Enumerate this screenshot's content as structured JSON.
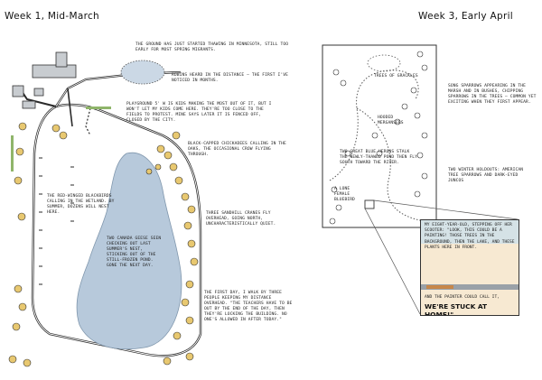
{
  "left_page": {
    "title": "Week 1, Mid-March",
    "notes": {
      "ground": "The ground has just started thawing in Minnesota, still too early for most spring migrants.",
      "robins": "Robins heard in the distance — the first I've noticed in months.",
      "playground": "Playground 5' W is kids making the most out of it, but I won't let my kids come here. They're too close to the fields to protest. Mine says later it is fenced off, closed by the city.",
      "chickadees": "Black-capped chickadees calling in the oaks, the occasional crow flying through.",
      "blackbirds": "The red-winged blackbirds calling in the wetland. By summer, dozens will nest here.",
      "cranes": "Three sandhill cranes fly overhead, going north, uncharacteristically quiet.",
      "geese": "Two Canada geese seen checking out last summer's nest, sticking out of the still-frozen pond. Gone the next day.",
      "firstday": "The first day, I walk by three people keeping my distance overhead. \"The teachers have to be out by the end of the day, then they're locking the building. No one's allowed in after today.\""
    }
  },
  "right_page": {
    "title": "Week 3, Early April",
    "notes": {
      "grackles": "Trees of grackles",
      "sparrows": "Song sparrows appearing in the marsh and in bushes, chipping sparrows in the trees — common yet exciting when they first appear.",
      "mergansers": "Hooded mergansers",
      "herons": "Two great blue herons stalk the newly-thawed pond then fly south toward the river.",
      "holdouts": "Two winter holdouts: American tree sparrows and dark-eyed juncos",
      "bluebird": "A lone female bluebird"
    },
    "note_card": {
      "text": "My eight-year-old, stepping off her scooter: \"Look, this could be a painting! Those trees in the background, then the lake, and these plants here in front.",
      "line2": "And the painter could call it,",
      "big": "We're stuck at home!\""
    }
  },
  "colors": {
    "pond": "#b7c9db",
    "tree": "#e8c870",
    "ink": "#1c1c1c",
    "note_bg": "#f7e9d2",
    "sky": "#cfe0ea"
  }
}
